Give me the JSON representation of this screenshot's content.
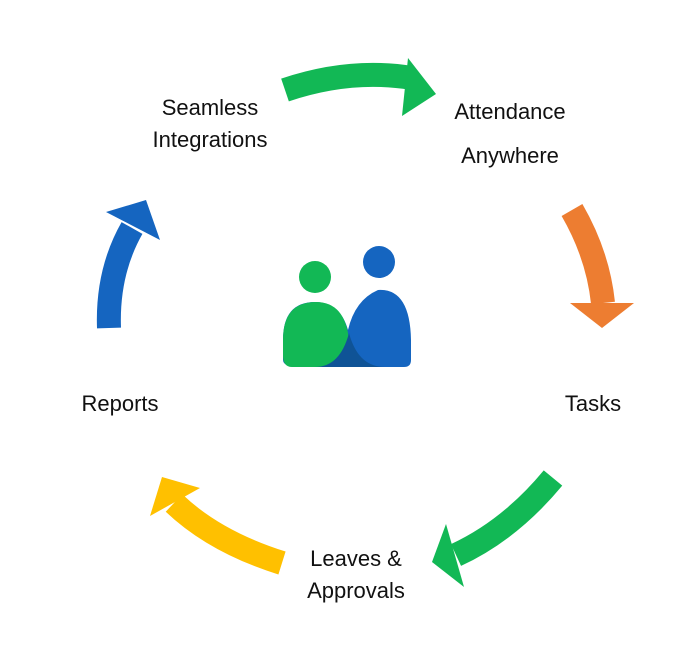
{
  "steps": [
    {
      "line1": "Seamless",
      "line2": "Integrations"
    },
    {
      "line1": "Attendance",
      "line2": "Anywhere"
    },
    {
      "line1": "Tasks"
    },
    {
      "line1": "Leaves &",
      "line2": "Approvals"
    },
    {
      "line1": "Reports"
    }
  ],
  "colors": {
    "green": "#12B855",
    "orange": "#ED7D31",
    "yellow": "#FFC000",
    "blue": "#1565C0",
    "overlap": "#0F5396"
  }
}
